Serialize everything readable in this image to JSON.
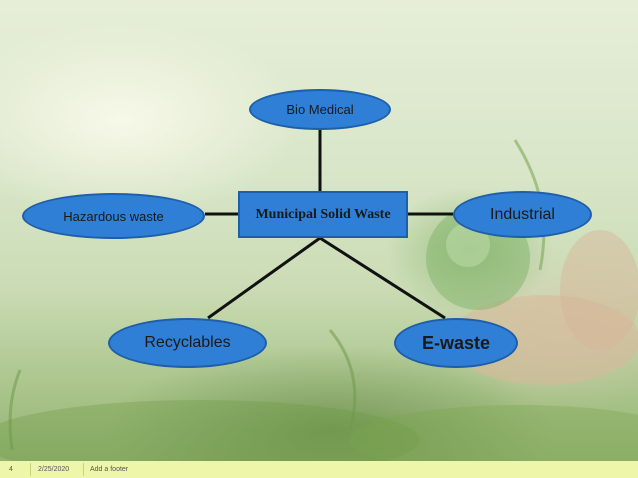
{
  "diagram": {
    "center": "Municipal Solid Waste",
    "nodes": {
      "bio_medical": "Bio Medical",
      "hazardous": "Hazardous waste",
      "industrial": "Industrial",
      "recyclables": "Recyclables",
      "e_waste": "E-waste"
    }
  },
  "footer": {
    "slide_number": "4",
    "date": "2/25/2020",
    "text": "Add a footer"
  },
  "colors": {
    "node_fill": "#2f7fd6",
    "node_border": "#1f5ea8",
    "connector": "#111111",
    "footer_bar": "#eef7a9"
  }
}
